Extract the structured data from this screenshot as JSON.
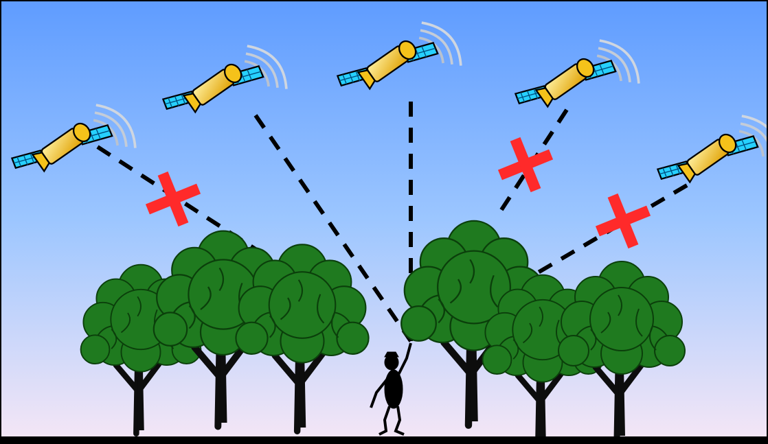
{
  "scene": {
    "colors": {
      "sky_top": "#5f9cff",
      "sky_mid": "#9cc6ff",
      "sky_bottom": "#f4e6f6",
      "ground": "#000000",
      "frame": "#000000",
      "tree_foliage": "#1f7a1f",
      "tree_outline": "#0b3f0b",
      "trunk": "#0d0d0d",
      "signal_line": "#000000",
      "block_mark": "#ff2a2a",
      "satellite_body": "#f5c21a",
      "satellite_panel": "#26d0ff",
      "signal_arcs": "#b9c2cf",
      "person": "#000000"
    },
    "satellites": [
      {
        "id": "sat-1",
        "signal": "blocked"
      },
      {
        "id": "sat-2",
        "signal": "clear"
      },
      {
        "id": "sat-3",
        "signal": "clear"
      },
      {
        "id": "sat-4",
        "signal": "blocked"
      },
      {
        "id": "sat-5",
        "signal": "blocked"
      }
    ],
    "icons": {
      "satellite": "satellite-icon",
      "tree": "tree-icon",
      "person": "person-icon",
      "blocked": "cross-mark-icon"
    }
  }
}
